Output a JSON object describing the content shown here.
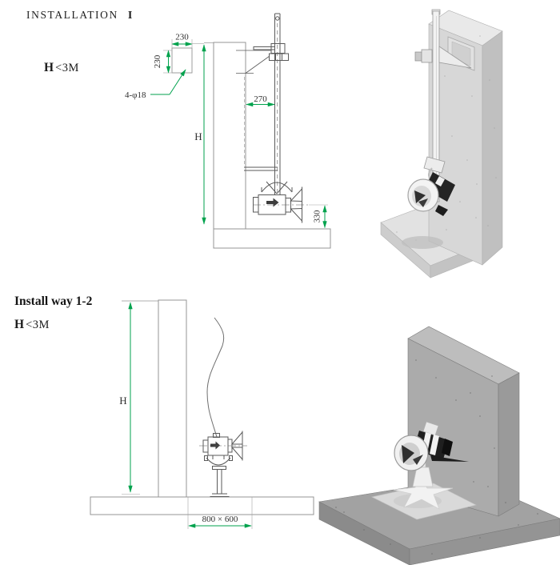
{
  "colors": {
    "dimension_green": "#00a24d",
    "drawing_line_gray": "#949494",
    "equipment_line_gray": "#575757",
    "concrete_light": "#d7d7d7",
    "concrete_dark": "#a8a8a8",
    "text_dark": "#262626"
  },
  "installation_1": {
    "title": "INSTALLATION",
    "title_numeral": "I",
    "condition_symbol": "H",
    "condition_value": "<3M",
    "dims": {
      "bracket_width": "230",
      "bracket_height": "230",
      "anchor_holes": "4-φ18",
      "wall_to_rail": "270",
      "water_depth": "H",
      "mixer_to_floor": "330"
    }
  },
  "install_way_1_2": {
    "title": "Install way 1-2",
    "condition_symbol": "H",
    "condition_value": "<3M",
    "dims": {
      "water_depth": "H",
      "base_plate": "800 × 600"
    }
  }
}
